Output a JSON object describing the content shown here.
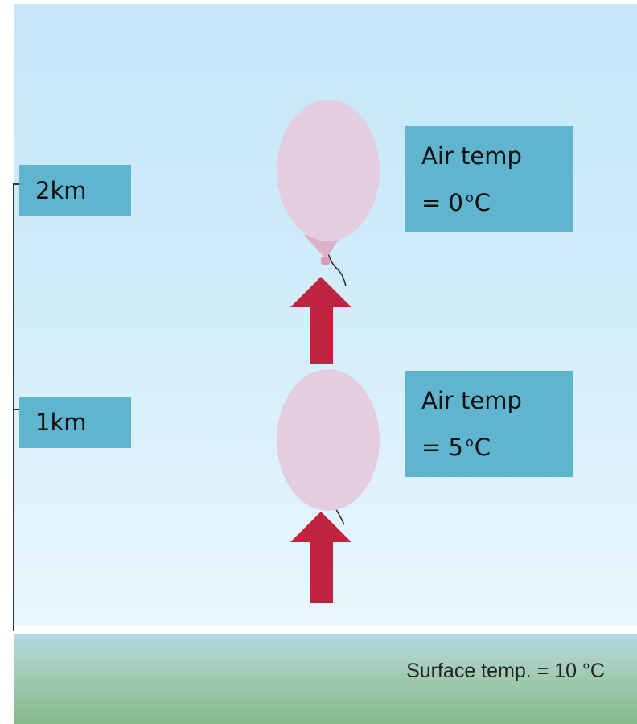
{
  "altitudes": [
    {
      "label": "2km"
    },
    {
      "label": "1km"
    }
  ],
  "balloon_temps": [
    {
      "line1": "Air temp",
      "prefix": "= ",
      "value": "0",
      "degree": "o",
      "unit": "C"
    },
    {
      "line1": "Air temp",
      "prefix": "= ",
      "value": "5",
      "degree": "o",
      "unit": "C"
    }
  ],
  "surface": {
    "label": "Surface temp. = 10 °C"
  },
  "colors": {
    "sky": "#c3e6f8",
    "ground": "#86ba8a",
    "label_box": "#61b4ce",
    "balloon": "#e4cde0",
    "arrow": "#c0233d"
  }
}
